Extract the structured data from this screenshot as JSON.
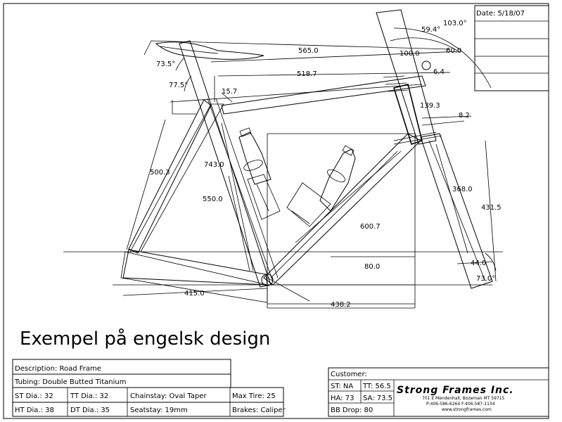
{
  "date_label": "Date: 5/18/07",
  "caption": "Exempel på engelsk design",
  "dimensions": {
    "head_angle_top": "103.0°",
    "angle_59": "59.4°",
    "d_100": "100.0",
    "d_60": "60.0",
    "d_565": "565.0",
    "seat_angle": "73.5°",
    "angle_775": "77.5°",
    "d_5187": "518.7",
    "d_64": "6.4",
    "d_157": "15.7",
    "d_1393": "139.3",
    "d_82": "8.2",
    "d_5003": "500.3",
    "d_7430": "743.0",
    "d_5500": "550.0",
    "d_3680": "368.0",
    "d_4315": "431.5",
    "d_6007": "600.7",
    "d_800": "80.0",
    "d_440": "44.0",
    "head_angle_bottom": "73.0°",
    "d_4150": "415.0",
    "d_4382": "438.2"
  },
  "spec": {
    "description": "Description: Road Frame",
    "tubing": "Tubing: Double Butted Titanium",
    "st_dia": "ST Dia.: 32",
    "tt_dia": "TT Dia.: 32",
    "chainstay": "Chainstay: Oval Taper",
    "max_tire": "Max Tire:  25",
    "ht_dia": "HT Dia.: 38",
    "dt_dia": "DT Dia.:  35",
    "seatstay": "Seatstay: 19mm",
    "brakes": "Brakes: Caliper"
  },
  "customer": {
    "customer": "Customer:",
    "st": "ST: NA",
    "tt": "TT: 56.5",
    "ha": "HA: 73",
    "sa": "SA: 73.5",
    "bb_drop": "BB Drop: 80"
  },
  "company": {
    "name": "Strong Frames Inc.",
    "address": "701 E Mendenhall, Bozeman MT 59715",
    "phone": "P:406-586-6264 F:406-587-1134",
    "web": "www.strongframes.com"
  }
}
